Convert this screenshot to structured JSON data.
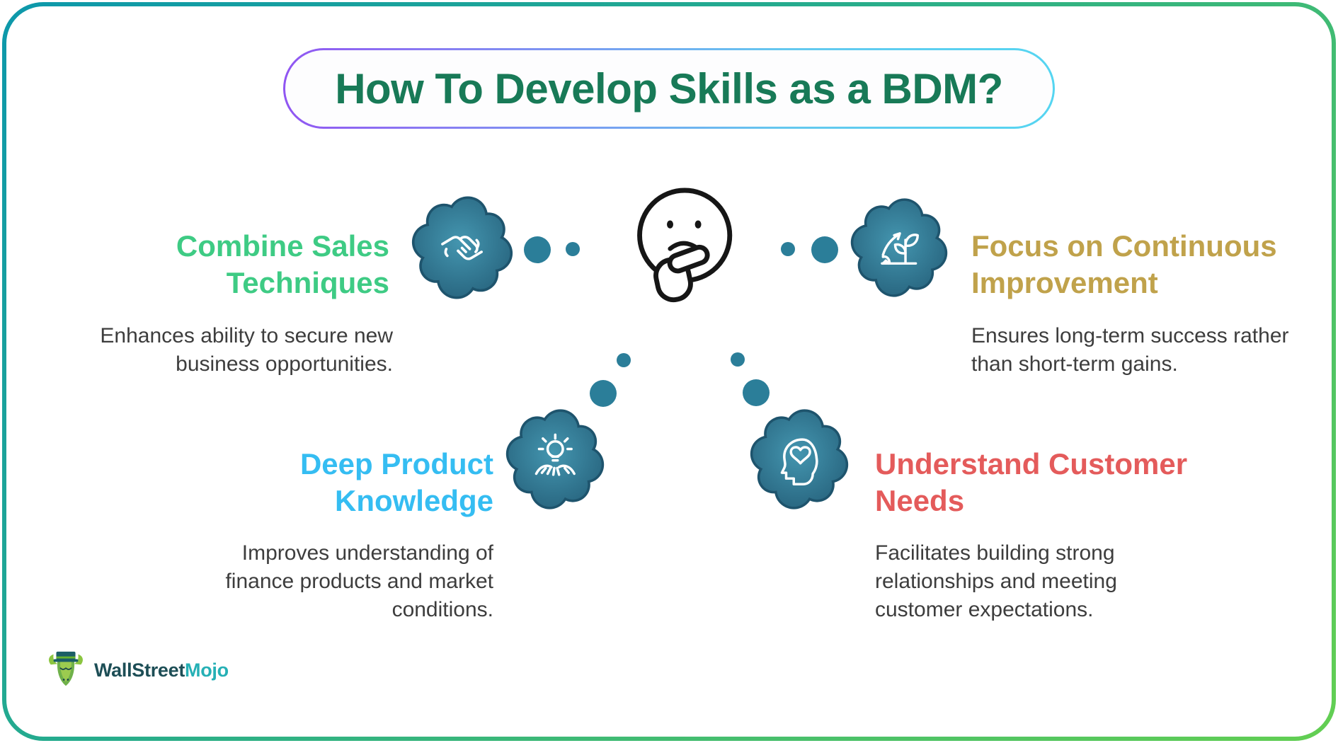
{
  "frame": {
    "border_gradient_start": "#0d98ab",
    "border_gradient_end": "#63cf52"
  },
  "header": {
    "title": "How To Develop Skills as a BDM?",
    "title_color": "#187a57",
    "pill_border_gradient_start": "#8f5df5",
    "pill_border_gradient_end": "#5ad4f0"
  },
  "center_figure": {
    "icon": "thinking-face-icon"
  },
  "items": [
    {
      "id": "combine-sales-techniques",
      "icon": "handshake-icon",
      "heading": "Combine Sales Techniques",
      "heading_lines": [
        "Combine Sales",
        "Techniques"
      ],
      "heading_color": "#3ecb84",
      "description": "Enhances ability to secure new business opportunities."
    },
    {
      "id": "focus-on-continuous-improvement",
      "icon": "growth-plant-arrow-icon",
      "heading": "Focus on Continuous Improvement",
      "heading_lines": [
        "Focus on Continuous",
        "Improvement"
      ],
      "heading_color": "#c0a24b",
      "description": "Ensures long-term success rather than short-term gains."
    },
    {
      "id": "deep-product-knowledge",
      "icon": "lightbulb-hands-icon",
      "heading": "Deep Product Knowledge",
      "heading_lines": [
        "Deep Product",
        "Knowledge"
      ],
      "heading_color": "#35bdf2",
      "description": "Improves understanding of finance products and market conditions."
    },
    {
      "id": "understand-customer-needs",
      "icon": "head-heart-icon",
      "heading": "Understand Customer Needs",
      "heading_lines": [
        "Understand Customer",
        "Needs"
      ],
      "heading_color": "#e45b5b",
      "description": "Facilitates building strong relationships and meeting customer expectations."
    }
  ],
  "logo": {
    "mascot": "bull-mascot-icon",
    "brand_first": "WallStreet",
    "brand_second": "Mojo",
    "brand_first_color": "#1d4e56",
    "brand_second_color": "#25b0b5"
  },
  "colors": {
    "background": "#ffffff",
    "blob_light": "#4496b0",
    "blob_dark": "#25607a",
    "blob_rim": "#1e546d",
    "dot": "#2b7e99",
    "description_text": "#3d3d3d"
  }
}
